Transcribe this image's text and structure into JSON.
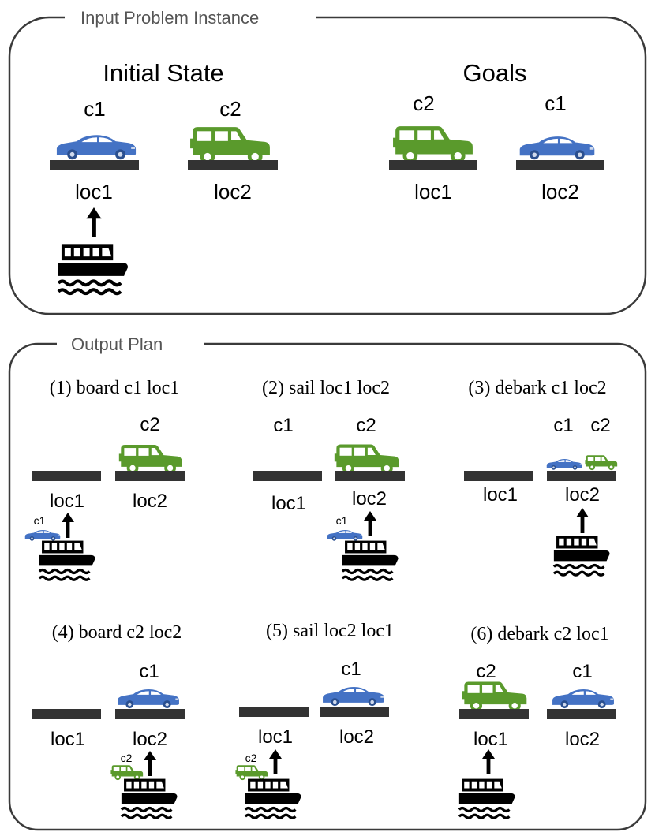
{
  "colors": {
    "frame": "#3a3a3a",
    "legend_text": "#555555",
    "ground": "#333333",
    "sedan": "#4472c4",
    "jeep": "#5a9a2c",
    "ink": "#000000"
  },
  "input_panel": {
    "legend": "Input Problem Instance",
    "initial_state": {
      "title": "Initial State",
      "cars": [
        {
          "name": "c1",
          "icon": "sedan-icon",
          "location": "loc1"
        },
        {
          "name": "c2",
          "icon": "jeep-icon",
          "location": "loc2"
        }
      ],
      "ferry_at": "loc1"
    },
    "goals": {
      "title": "Goals",
      "cars": [
        {
          "name": "c2",
          "icon": "jeep-icon",
          "location": "loc1"
        },
        {
          "name": "c1",
          "icon": "sedan-icon",
          "location": "loc2"
        }
      ]
    }
  },
  "output_panel": {
    "legend": "Output Plan",
    "steps": [
      {
        "label": "(1) board c1 loc1",
        "locations": [
          "loc1",
          "loc2"
        ],
        "on_loc2": [
          "c2"
        ],
        "on_ferry": "c1",
        "ferry_at": "loc1"
      },
      {
        "label": "(2) sail loc1 loc2",
        "locations": [
          "loc1",
          "loc2"
        ],
        "on_loc2": [
          "c2"
        ],
        "on_ferry": "c1",
        "ferry_at": "loc2"
      },
      {
        "label": "(3) debark c1 loc2",
        "locations": [
          "loc1",
          "loc2"
        ],
        "on_loc2": [
          "c1",
          "c2"
        ],
        "on_ferry": "",
        "ferry_at": "loc2"
      },
      {
        "label": "(4) board c2 loc2",
        "locations": [
          "loc1",
          "loc2"
        ],
        "on_loc2": [
          "c1"
        ],
        "on_ferry": "c2",
        "ferry_at": "loc2"
      },
      {
        "label": "(5) sail loc2 loc1",
        "locations": [
          "loc1",
          "loc2"
        ],
        "on_loc2": [
          "c1"
        ],
        "on_ferry": "c2",
        "ferry_at": "loc1"
      },
      {
        "label": "(6) debark c2 loc1",
        "locations": [
          "loc1",
          "loc2"
        ],
        "on_loc1": [
          "c2"
        ],
        "on_loc2": [
          "c1"
        ],
        "on_ferry": "",
        "ferry_at": "loc1"
      }
    ]
  }
}
